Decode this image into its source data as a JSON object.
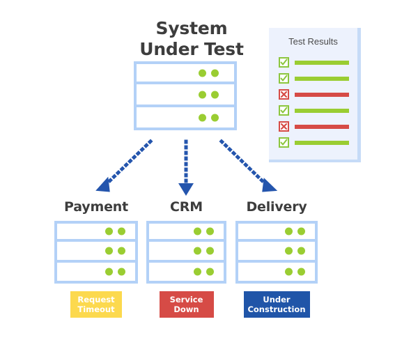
{
  "diagram": {
    "title_line1": "System",
    "title_line2": "Under Test",
    "colors": {
      "rack_border": "#B3D1F7",
      "led_green": "#9ACD32",
      "panel_bg": "#EDF2FD",
      "pass_green": "#8CC63E",
      "fail_red": "#D64B46",
      "arrow_blue": "#2455AD",
      "title_gray": "#3D3D3D",
      "badge_yellow": "#FCD94E",
      "badge_red": "#D64B46",
      "badge_blue": "#2055A8"
    }
  },
  "system_under_test": {
    "units": [
      {
        "led_count": 2
      },
      {
        "led_count": 2
      },
      {
        "led_count": 2
      }
    ]
  },
  "test_results": {
    "title": "Test Results",
    "rows": [
      {
        "status": "pass",
        "icon": "checkbox-checked-icon"
      },
      {
        "status": "pass",
        "icon": "checkbox-checked-icon"
      },
      {
        "status": "fail",
        "icon": "checkbox-failed-icon"
      },
      {
        "status": "pass",
        "icon": "checkbox-checked-icon"
      },
      {
        "status": "fail",
        "icon": "checkbox-failed-icon"
      },
      {
        "status": "pass",
        "icon": "checkbox-checked-icon"
      }
    ]
  },
  "arrows": [
    {
      "name": "arrow-to-payment",
      "style": "dotted",
      "direction": "down-left"
    },
    {
      "name": "arrow-to-crm",
      "style": "dotted",
      "direction": "down"
    },
    {
      "name": "arrow-to-delivery",
      "style": "dotted",
      "direction": "down-right"
    }
  ],
  "services": [
    {
      "id": "payment",
      "label": "Payment",
      "badge_line1": "Request",
      "badge_line2": "Timeout",
      "badge_color": "#FCD94E",
      "units": 3,
      "leds_per_unit": 2
    },
    {
      "id": "crm",
      "label": "CRM",
      "badge_line1": "Service",
      "badge_line2": "Down",
      "badge_color": "#D64B46",
      "units": 3,
      "leds_per_unit": 2
    },
    {
      "id": "delivery",
      "label": "Delivery",
      "badge_line1": "Under",
      "badge_line2": "Construction",
      "badge_color": "#2055A8",
      "units": 3,
      "leds_per_unit": 2
    }
  ]
}
